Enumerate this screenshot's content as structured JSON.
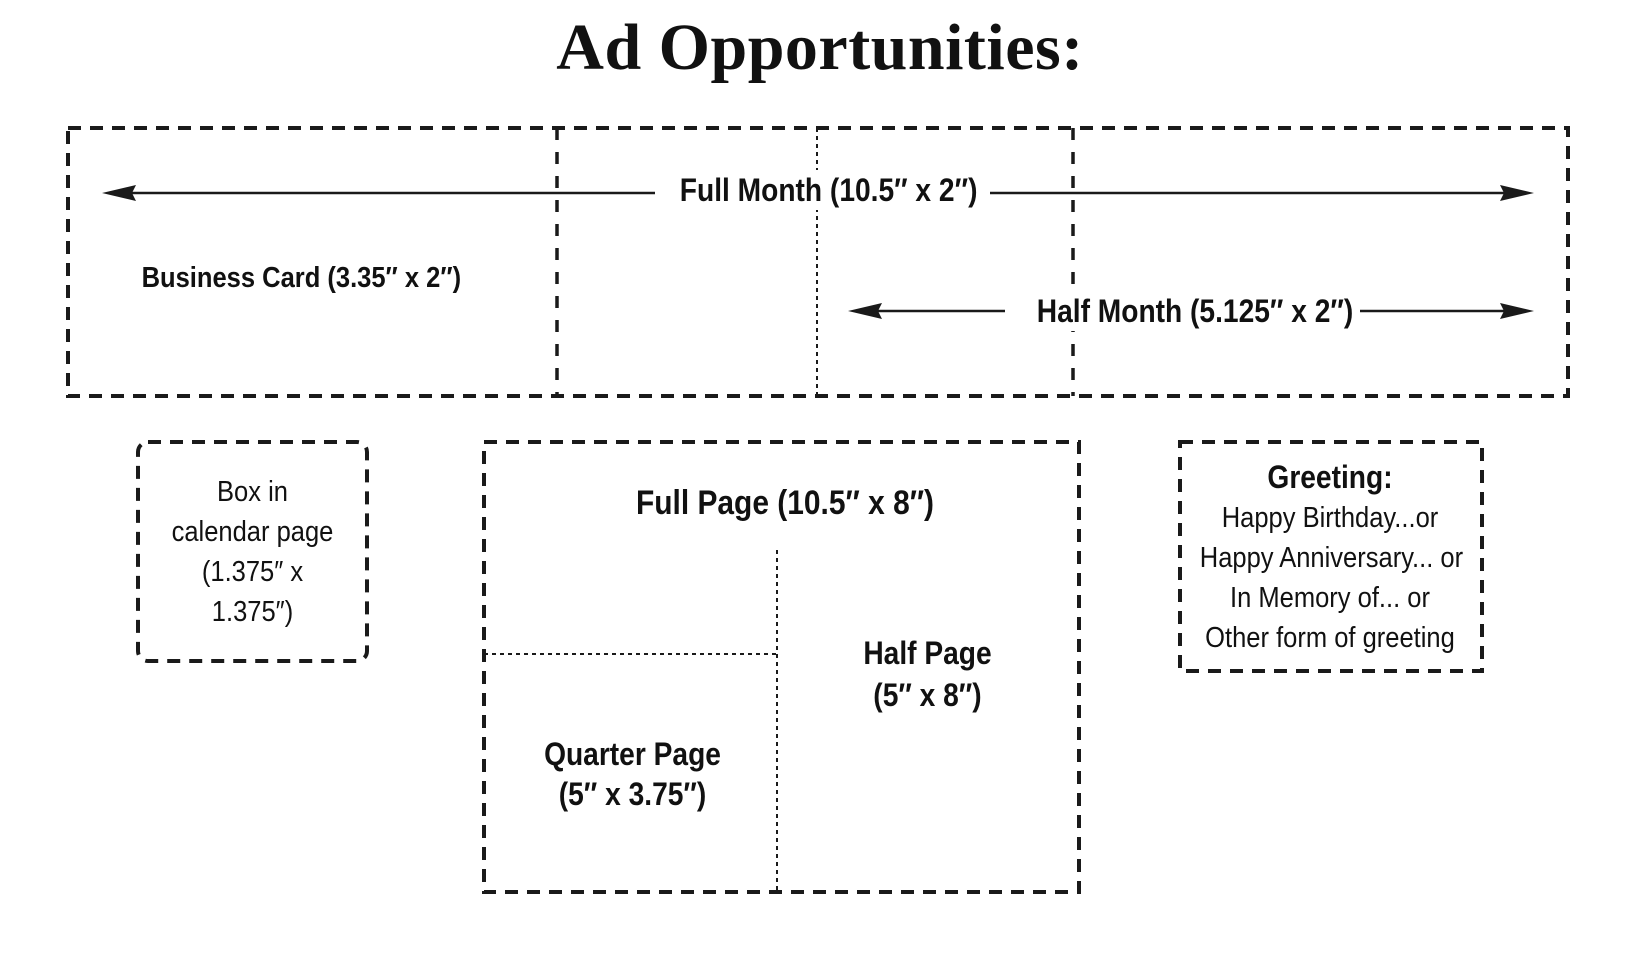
{
  "title": "Ad Opportunities:",
  "top_row": {
    "full_month": "Full Month (10.5″ x 2″)",
    "business_card": "Business Card (3.35″ x 2″)",
    "half_month": "Half Month (5.125″ x 2″)"
  },
  "box_in_calendar": {
    "lines": [
      "Box in",
      "calendar page",
      "(1.375″ x",
      "1.375″)"
    ]
  },
  "full_page_box": {
    "full_page": "Full Page (10.5″ x 8″)",
    "half_page": [
      "Half Page",
      "(5″ x 8″)"
    ],
    "quarter_page": [
      "Quarter Page",
      "(5″ x 3.75″)"
    ]
  },
  "greeting": {
    "title": "Greeting:",
    "lines": [
      "Happy Birthday...or",
      "Happy Anniversary... or",
      "In Memory of... or",
      "Other form of greeting"
    ]
  }
}
